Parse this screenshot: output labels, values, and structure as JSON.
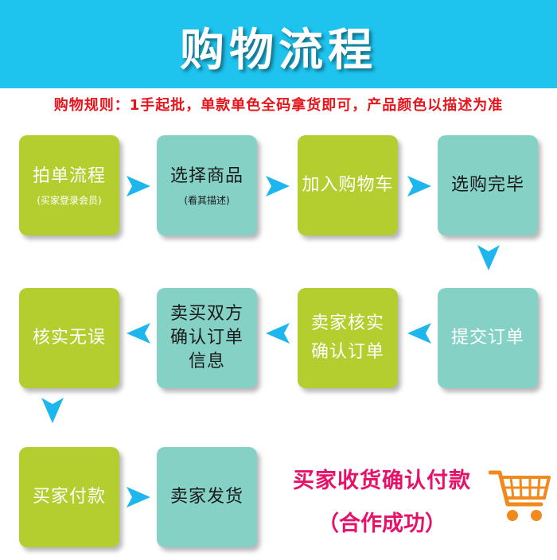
{
  "header": {
    "title": "购物流程"
  },
  "rules": "购物规则：1手起批，单款单色全码拿货即可，产品颜色以描述为准",
  "steps": {
    "s1": {
      "main": "拍单流程",
      "sub": "(买家登录会员)"
    },
    "s2": {
      "main": "选择商品",
      "sub": "(看其描述)"
    },
    "s3": {
      "main": "加入购物车"
    },
    "s4": {
      "main": "选购完毕"
    },
    "s5": {
      "main": "提交订单"
    },
    "s6": {
      "line1": "卖家核实",
      "line2": "确认订单"
    },
    "s7": {
      "line1": "卖买双方",
      "line2": "确认订单",
      "line3": "信息"
    },
    "s8": {
      "main": "核实无误"
    },
    "s9": {
      "main": "买家付款"
    },
    "s10": {
      "main": "卖家发货"
    }
  },
  "final": {
    "line1": "买家收货确认付款",
    "line2": "（合作成功）"
  },
  "colors": {
    "banner": "#1ec3ee",
    "green": "#b4cd2f",
    "teal": "#86d1c6",
    "arrow": "#1eb6ee",
    "rules": "#e8141c",
    "final": "#e6126a",
    "cart": "#f08a1c"
  },
  "icons": {
    "arrow": "triangle-arrow-icon",
    "cart": "shopping-cart-icon"
  }
}
